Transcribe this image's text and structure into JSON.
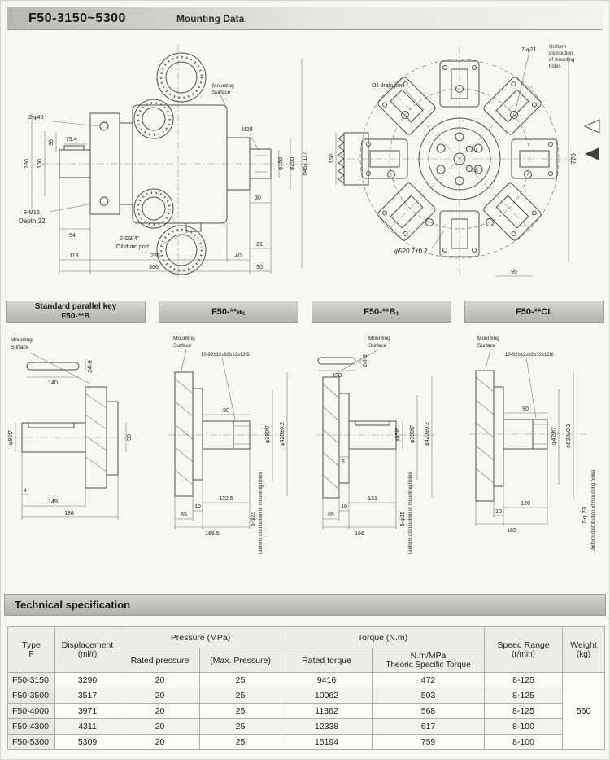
{
  "header": {
    "title": "F50-3150~5300",
    "subtitle": "Mounting Data"
  },
  "common": {
    "mounting_line1": "Mounting",
    "mounting_line2": "Surface",
    "uniform_line1": "Uniform",
    "uniform_line2": "distribution",
    "uniform_line3": "of mounting",
    "uniform_line4": "holes",
    "uniform_inline": "Uniform distribution of mounting holes",
    "spline_spec": "10-92b12x82b12x12f8",
    "oil_drain": "Oil drain port"
  },
  "side_view": {
    "bolt_holes": "2-φ40",
    "dim_79_4": "79.4",
    "dim_36": "36",
    "dim_190": "190",
    "dim_100": "100",
    "tap_holes": "8-M16",
    "tap_depth": "Depth 22",
    "dim_54": "54",
    "thread": "M20",
    "dia_150": "φ150",
    "dia_250": "φ250",
    "dia_457": "φ457.117",
    "dim_30_shaft": "30",
    "dim_21": "21",
    "drain_thread": "2-G3/4\"",
    "dim_236": "236",
    "dim_40": "40",
    "dim_366": "366",
    "dim_113": "113",
    "dim_30_right": "30"
  },
  "front_view": {
    "mount_holes": "7-φ21",
    "dim_160": "160",
    "dim_770": "770",
    "dia_520": "φ520.7±0.2",
    "dim_95": "95",
    "port_a": "A",
    "port_b": "B"
  },
  "sections": {
    "s1_line1": "Standard parallel key",
    "s1_line2": "F50-**B",
    "s2": "F50-**a₁",
    "s3": "F50-**B₁",
    "s4": "F50-**CL"
  },
  "shaft_b": {
    "dim_140": "140",
    "key": "24h9",
    "dia_85": "φ85f7",
    "dim_90": "90",
    "dim_4": "4",
    "dim_149": "149",
    "dim_188": "188"
  },
  "shaft_a1": {
    "dim_80": "80",
    "dia_380": "φ380f7",
    "dia_420": "φ420±0.2",
    "dim_132_5": "132.5",
    "dim_10": "10",
    "dim_65": "65",
    "dim_166_5": "166.5",
    "mount_holes": "5-φ25"
  },
  "shaft_b1": {
    "dim_120": "120",
    "key": "24h9",
    "dia_85": "φ85f6",
    "dia_380": "φ380f7",
    "dia_420": "φ420±0.2",
    "dim_5": "5",
    "dim_131": "131",
    "dim_10": "10",
    "dim_65": "65",
    "dim_166": "166",
    "mount_holes": "5-φ25"
  },
  "shaft_cl": {
    "dim_90": "90",
    "dia_420": "φ420f7",
    "dia_520": "φ520±0.2",
    "dim_120": "120",
    "dim_10": "10",
    "dim_185": "185",
    "mount_holes": "7-φ 23"
  },
  "tech": {
    "bar_title": "Technical specification",
    "headers": {
      "type_line1": "Type",
      "type_line2": "F",
      "displacement_line1": "Displacement",
      "displacement_line2": "(ml/r)",
      "pressure_group": "Pressure (MPa)",
      "rated_pressure": "Rated pressure",
      "max_pressure": "(Max. Pressure)",
      "torque_group": "Torque (N.m)",
      "rated_torque": "Rated torque",
      "specific_line1": "N.m/MPa",
      "specific_line2": "Theoric Specific Torque",
      "speed_line1": "Speed Range",
      "speed_line2": "(r/min)",
      "weight_line1": "Weight",
      "weight_line2": "(kg)"
    },
    "rows": [
      {
        "type": "F50-3150",
        "disp": "3290",
        "rated_p": "20",
        "max_p": "25",
        "torque": "9416",
        "spec": "472",
        "speed": "8-125"
      },
      {
        "type": "F50-3500",
        "disp": "3517",
        "rated_p": "20",
        "max_p": "25",
        "torque": "10062",
        "spec": "503",
        "speed": "8-125"
      },
      {
        "type": "F50-4000",
        "disp": "3971",
        "rated_p": "20",
        "max_p": "25",
        "torque": "11362",
        "spec": "568",
        "speed": "8-125"
      },
      {
        "type": "F50-4300",
        "disp": "4311",
        "rated_p": "20",
        "max_p": "25",
        "torque": "12338",
        "spec": "617",
        "speed": "8-100"
      },
      {
        "type": "F50-5300",
        "disp": "5309",
        "rated_p": "20",
        "max_p": "25",
        "torque": "15194",
        "spec": "759",
        "speed": "8-100"
      }
    ],
    "weight_value": "550"
  }
}
